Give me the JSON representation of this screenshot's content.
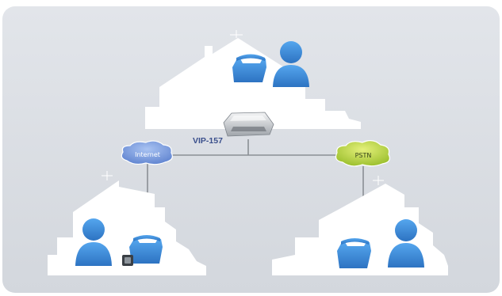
{
  "diagram": {
    "device": {
      "label": "VIP-157",
      "icon": "voip-gateway-icon"
    },
    "networks": {
      "internet": {
        "label": "Internet",
        "color": "#6f93d8",
        "icon": "cloud-icon"
      },
      "pstn": {
        "label": "PSTN",
        "color": "#b2d23c",
        "icon": "cloud-icon"
      }
    },
    "sites": [
      {
        "id": "site-top",
        "icons": [
          "house-icon",
          "telephone-icon",
          "person-icon"
        ]
      },
      {
        "id": "site-left",
        "icons": [
          "house-icon",
          "telephone-icon",
          "person-icon",
          "adapter-icon"
        ]
      },
      {
        "id": "site-right",
        "icons": [
          "house-icon",
          "telephone-icon",
          "person-icon"
        ]
      }
    ],
    "colors": {
      "panel": "#d9dde3",
      "accent_blue": "#3a86d4",
      "link_line": "#8a8f94",
      "label": "#3a4f8c"
    }
  }
}
